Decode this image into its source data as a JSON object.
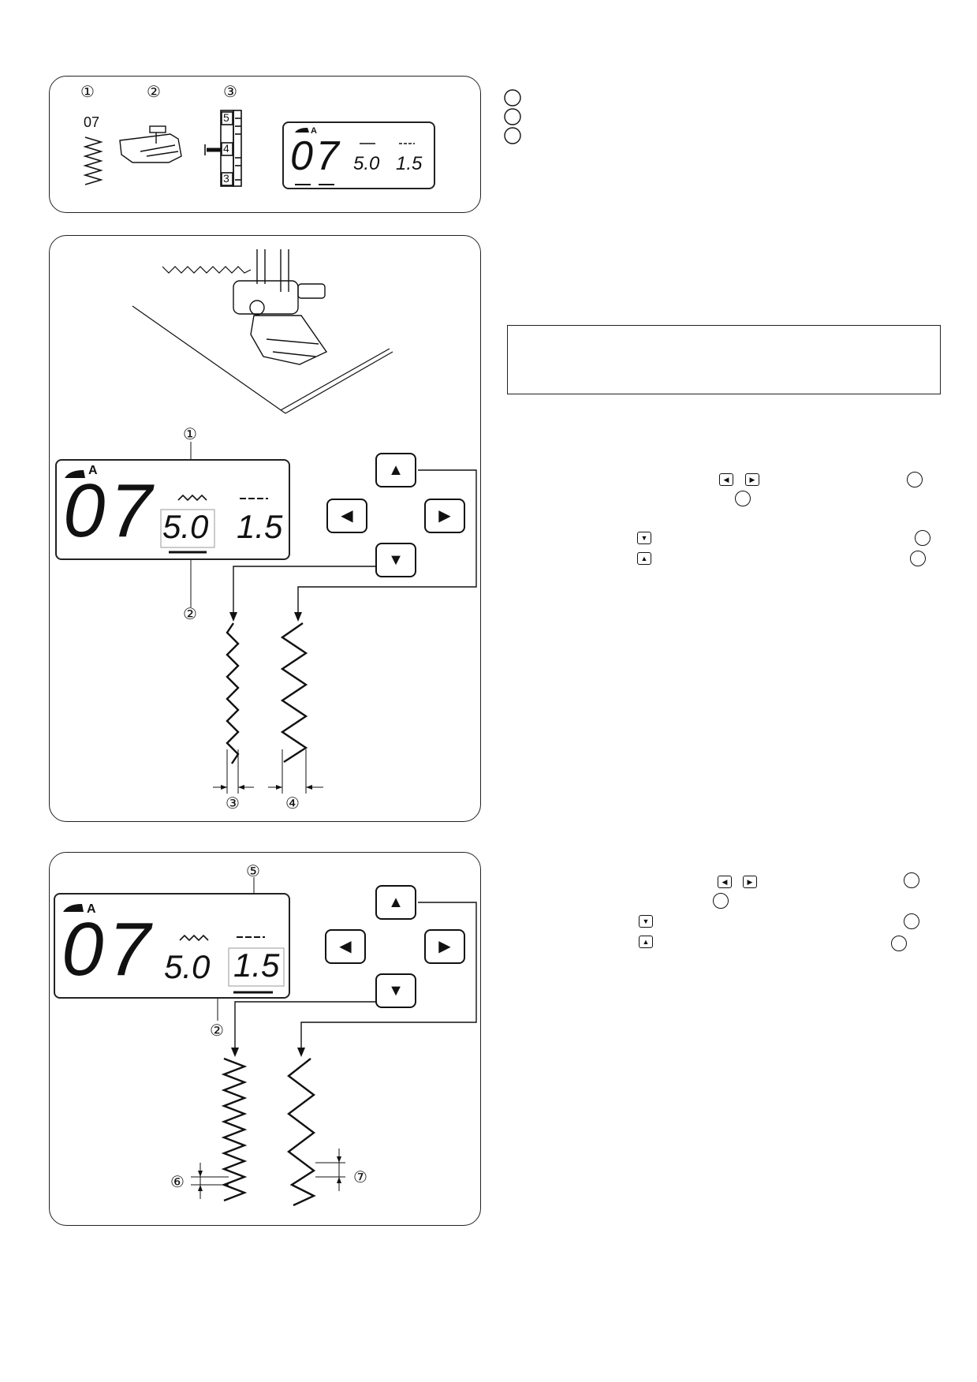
{
  "panel1": {
    "callouts": [
      "①",
      "②",
      "③"
    ],
    "pattern_number": "07",
    "dial_numbers": [
      "5",
      "4",
      "3"
    ],
    "lcd": {
      "mode": "A",
      "pattern": "07",
      "width": "5.0",
      "length": "1.5"
    }
  },
  "panel2": {
    "lcd": {
      "mode": "A",
      "pattern": "07",
      "width": "5.0",
      "length": "1.5"
    },
    "callouts": [
      "①",
      "②",
      "③",
      "④"
    ],
    "keys": {
      "up": "▲",
      "down": "▼",
      "left": "◀",
      "right": "▶"
    }
  },
  "panel3": {
    "lcd": {
      "mode": "A",
      "pattern": "07",
      "width": "5.0",
      "length": "1.5"
    },
    "callouts": [
      "⑤",
      "②",
      "⑥",
      "⑦"
    ],
    "keys": {
      "up": "▲",
      "down": "▼",
      "left": "◀",
      "right": "▶"
    }
  },
  "inline_keys": {
    "left": "◀",
    "right": "▶",
    "up": "▲",
    "down": "▼"
  }
}
